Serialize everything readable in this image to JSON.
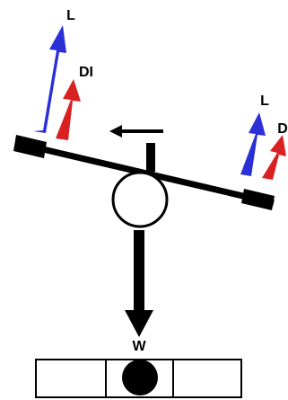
{
  "labels": {
    "lift_left": "L",
    "drag_left": "DI",
    "lift_right": "L",
    "drag_right": "D",
    "weight": "W"
  },
  "colors": {
    "lift": "#2a2fd6",
    "drag": "#d92121",
    "structure": "#000000",
    "background": "#ffffff"
  }
}
